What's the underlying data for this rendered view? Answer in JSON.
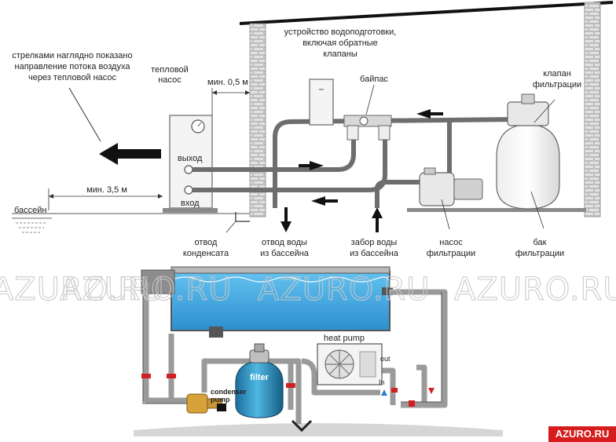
{
  "colors": {
    "pipe": "#6e6e6e",
    "water": "#3aa6e0",
    "water_dark": "#1e6fa8",
    "brick_fill": "#e6e6e6",
    "valve_red": "#d22020",
    "badge_bg": "#d61c1c"
  },
  "top_labels": {
    "arrows_note": [
      "стрелками наглядно показано",
      "направление потока воздуха",
      "через тепловой насос"
    ],
    "heat_pump": [
      "тепловой",
      "насос"
    ],
    "min_05": "мин. 0,5 м",
    "treatment": [
      "устройство водоподготовки,",
      "включая обратные",
      "клапаны"
    ],
    "bypass": "байпас",
    "filter_valve": [
      "клапан",
      "фильтрации"
    ],
    "output": "выход",
    "input": "вход",
    "min_35": "мин. 3,5 м",
    "pool": "бассейн",
    "condensate": [
      "отвод",
      "конденсата"
    ],
    "water_out": [
      "отвод воды",
      "из бассейна"
    ],
    "water_in": [
      "забор воды",
      "из бассейна"
    ],
    "filter_pump": [
      "насос",
      "фильтрации"
    ],
    "filter_tank": [
      "бак",
      "фильтрации"
    ]
  },
  "bottom_labels": {
    "heat_pump": "heat pump",
    "filter": "filter",
    "condenser_pump": [
      "condenser",
      "pump"
    ],
    "out": "out",
    "in": "In"
  },
  "watermark": "AZURO.RU",
  "badge": "AZURO.RU",
  "icons": [
    "arrow-left-icon",
    "arrow-right-icon",
    "arrow-down-icon",
    "arrow-up-icon",
    "fan-icon",
    "gauge-icon",
    "valve-icon"
  ]
}
